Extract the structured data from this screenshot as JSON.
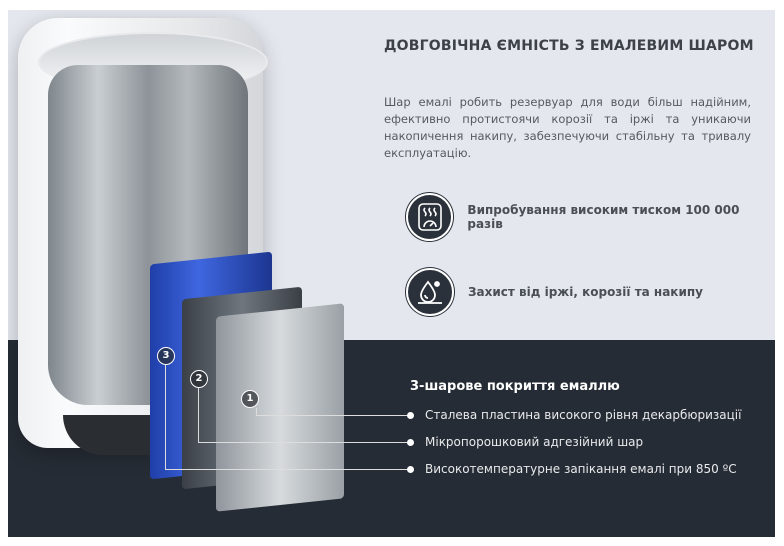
{
  "title": "ДОВГОВІЧНА ЄМНІСТЬ З ЕМАЛЕВИМ ШАРОМ",
  "description": "Шар емалі робить резервуар для води більш надійним, ефективно протистоячи корозії та іржі та уникаючи накопичення накипу, забезпечуючи стабільну та тривалу експлуатацію.",
  "features": [
    {
      "icon": "pressure-gauge-icon",
      "label": "Випробування високим тиском 100 000 разів"
    },
    {
      "icon": "water-drop-icon",
      "label": "Захист від іржі, корозії та накипу"
    }
  ],
  "layers": {
    "title": "3-шарове покриття емаллю",
    "items": [
      {
        "number": "1",
        "label": "Сталева пластина високого рівня декарбюризації"
      },
      {
        "number": "2",
        "label": "Мікропорошковий адгезійний шар"
      },
      {
        "number": "3",
        "label": "Високотемпературне запікання емалі при 850 ºC"
      }
    ]
  },
  "colors": {
    "dark_band": "#262c35",
    "light_bg": "#e4e8ee",
    "enamel_blue": "#2f55d0"
  }
}
